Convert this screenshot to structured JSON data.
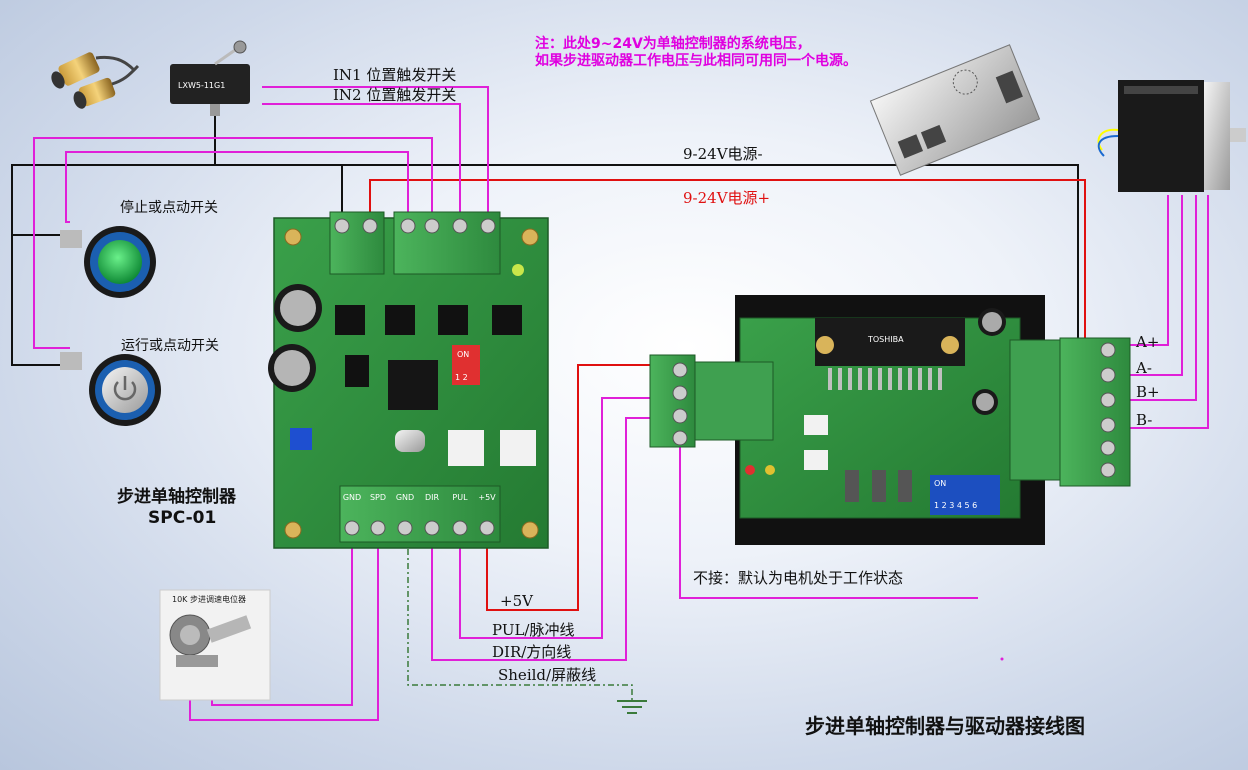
{
  "note": {
    "line1": "注：此处9~24V为单轴控制器的系统电压，",
    "line2": "如果步进驱动器工作电压与此相同可用同一个电源。"
  },
  "power": {
    "negative": "9-24V电源-",
    "positive": "9-24V电源+"
  },
  "inputs": {
    "in1": "IN1 位置触发开关",
    "in2": "IN2 位置触发开关",
    "stop": "停止或点动开关",
    "run": "运行或点动开关"
  },
  "controller": {
    "name": "步进单轴控制器",
    "model": "SPC-01",
    "bottom_terminals": [
      "GND",
      "SPD",
      "GND",
      "DIR",
      "PUL",
      "+5V"
    ],
    "dip_label": "ON",
    "dip_numbers": "1 2"
  },
  "signals": {
    "plus5v": "+5V",
    "pul": "PUL/脉冲线",
    "dir": "DIR/方向线",
    "shield": "Sheild/屏蔽线"
  },
  "driver": {
    "enable_note": "不接：默认为电机处于工作状态",
    "chip": "TOSHIBA",
    "dip_label": "ON",
    "dip_numbers": "1 2 3 4 5 6"
  },
  "motor_phases": [
    "A+",
    "A-",
    "B+",
    "B-"
  ],
  "potentiometer": {
    "label": "10K  步进调速电位器"
  },
  "limit_switch": {
    "marking": "LXW5-11G1"
  },
  "diagram_title": "步进单轴控制器与驱动器接线图",
  "colors": {
    "wire_magenta": "#e020d8",
    "wire_red": "#e01010",
    "wire_black": "#111111",
    "ground_green": "#3a7a3a",
    "pcb_green": "#2f8a3c",
    "terminal_green": "#3fa050"
  }
}
